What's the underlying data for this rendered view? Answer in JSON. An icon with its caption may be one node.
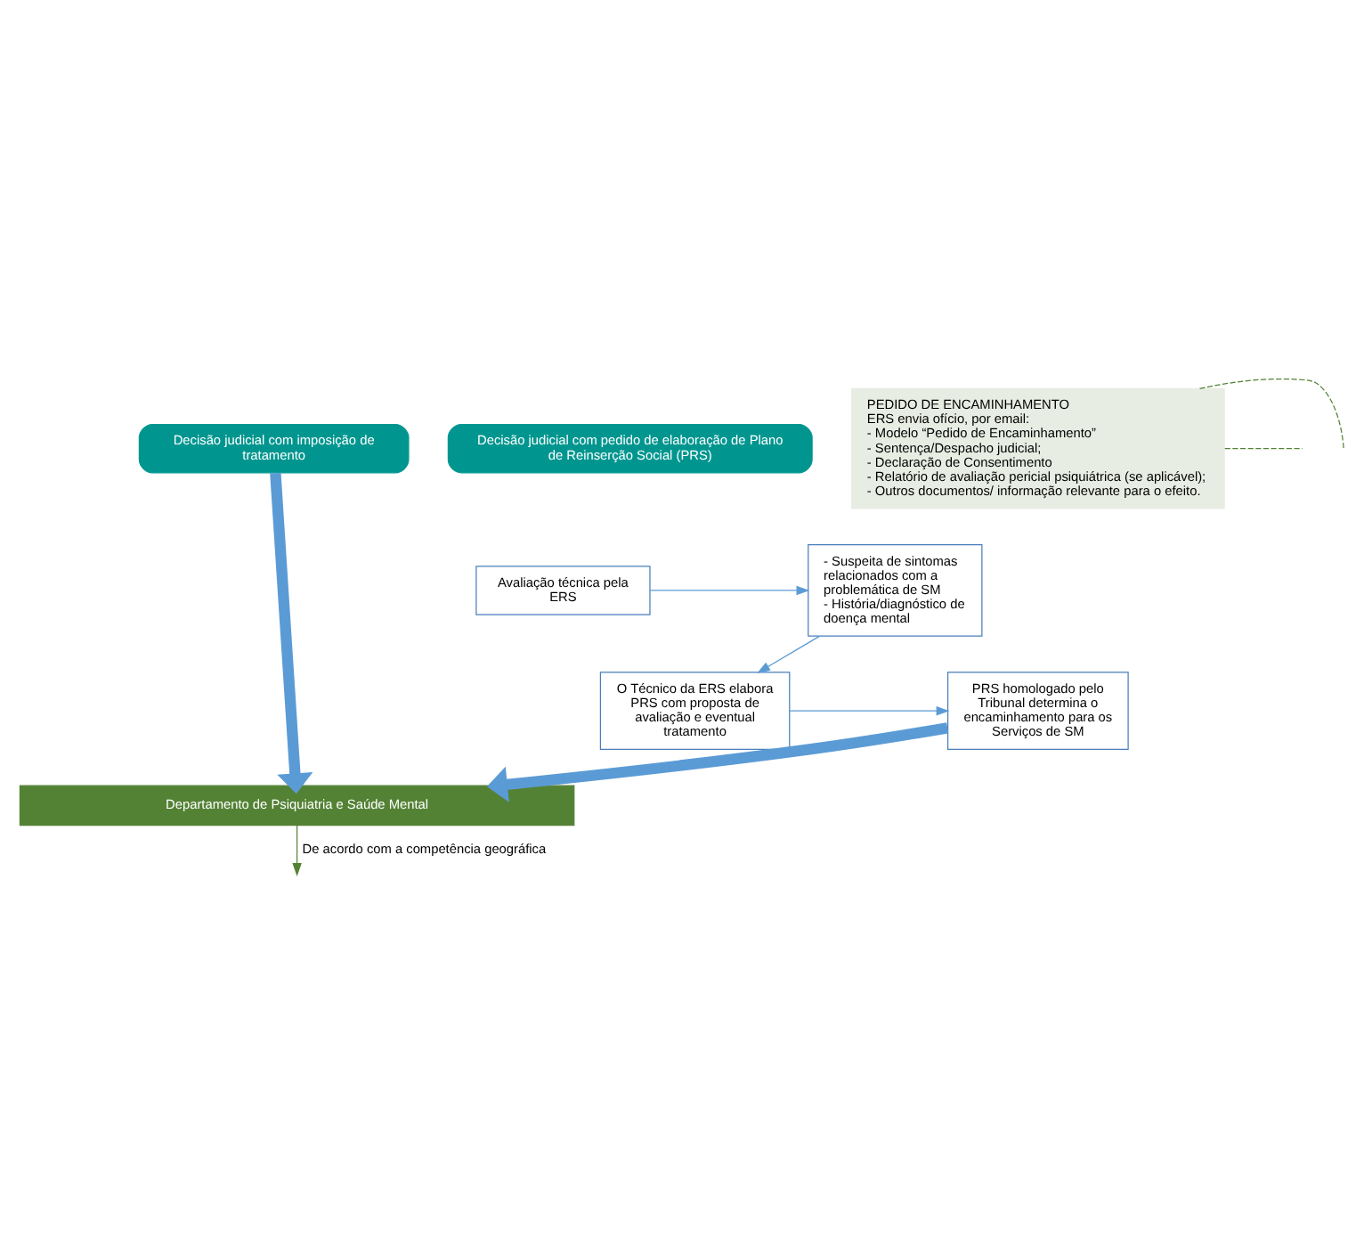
{
  "diagram": {
    "nodes": [
      {
        "text": [
          "Decisão judicial com imposição de tratamento"
        ]
      },
      {
        "text": [
          "Decisão judicial com pedido de elaboração de Plano de Reinserção Social (PRS)"
        ]
      },
      {
        "text": [
          "Avaliação técnica pela ERS"
        ]
      },
      {
        "text": [
          "- Suspeita de sintomas relacionados com a problemática de SM",
          "- História/diagnóstico de doença mental"
        ]
      },
      {
        "text": [
          "O Técnico da ERS elabora PRS com proposta de avaliação e eventual tratamento"
        ]
      },
      {
        "text": [
          "PRS homologado pelo Tribunal determina o encaminhamento para os Serviços de SM"
        ]
      },
      {
        "text": [
          "PEDIDO DE ENCAMINHAMENTO",
          "ERS envia ofício, por email:",
          "- Modelo “Pedido de Encaminhamento”",
          "- Sentença/Despacho judicial;",
          "- Declaração de Consentimento",
          "- Relatório de avaliação pericial psiquiátrica (se aplicável);",
          "- Outros documentos/ informação relevante para o efeito."
        ]
      },
      {
        "text": [
          "Departamento de Psiquiatria e Saúde Mental"
        ]
      }
    ],
    "edges": [
      {
        "from": 0,
        "to": 7,
        "arrow": "to",
        "style": "thick"
      },
      {
        "from": 2,
        "to": 3,
        "arrow": "to"
      },
      {
        "from": 3,
        "to": 4,
        "arrow": "to"
      },
      {
        "from": 4,
        "to": 5,
        "arrow": "to"
      },
      {
        "from": 5,
        "to": 7,
        "arrow": "to",
        "style": "thick"
      },
      {
        "from": 6,
        "to": null,
        "arrow": "none",
        "style": "dashed",
        "color": "#548235"
      },
      {
        "from": 6,
        "to": null,
        "arrow": "none",
        "style": "dashed",
        "color": "#548235"
      },
      {
        "from": 7,
        "to": null,
        "arrow": "to",
        "label": "De acordo com a competência geográfica",
        "color": "#548235"
      }
    ]
  }
}
